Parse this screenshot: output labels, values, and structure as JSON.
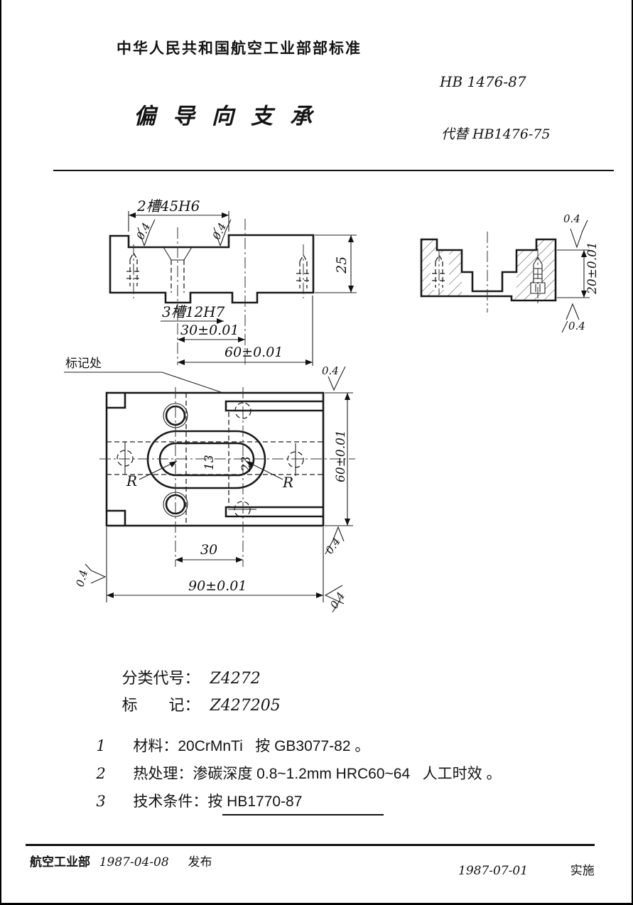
{
  "header": {
    "org_line": "中华人民共和国航空工业部部标准",
    "std_no": "HB 1476-87",
    "replaces": "代替 HB1476-75"
  },
  "title": "偏导向支承",
  "drawing": {
    "finish": "0.4",
    "front": {
      "slot_top": "2槽45H6",
      "slot_bottom": "3槽12H7",
      "dim_height": "25",
      "dim_30": "30±0.01",
      "dim_60": "60±0.01"
    },
    "side": {
      "dim_20": "20±0.01"
    },
    "plan": {
      "mark_note": "标记处",
      "dim_13": "13",
      "dim_23": "23",
      "r_left": "R",
      "r_right": "R",
      "dim_30": "30",
      "dim_90": "90±0.01",
      "dim_60": "60±0.01"
    }
  },
  "codes": {
    "class_label": "分类代号：",
    "class_value": "Z4272",
    "mark_label": "标　　记：",
    "mark_value": "Z427205"
  },
  "notes": [
    {
      "num": "1",
      "text": "材料：20CrMnTi   按 GB3077-82 。"
    },
    {
      "num": "2",
      "text": "热处理：渗碳深度 0.8~1.2mm HRC60~64   人工时效 。"
    },
    {
      "num": "3",
      "text": "技术条件：按 HB1770-87"
    }
  ],
  "footer": {
    "org": "航空工业部",
    "issue_date": "1987-04-08",
    "issue_label": "发布",
    "impl_date": "1987-07-01",
    "impl_label": "实施"
  }
}
